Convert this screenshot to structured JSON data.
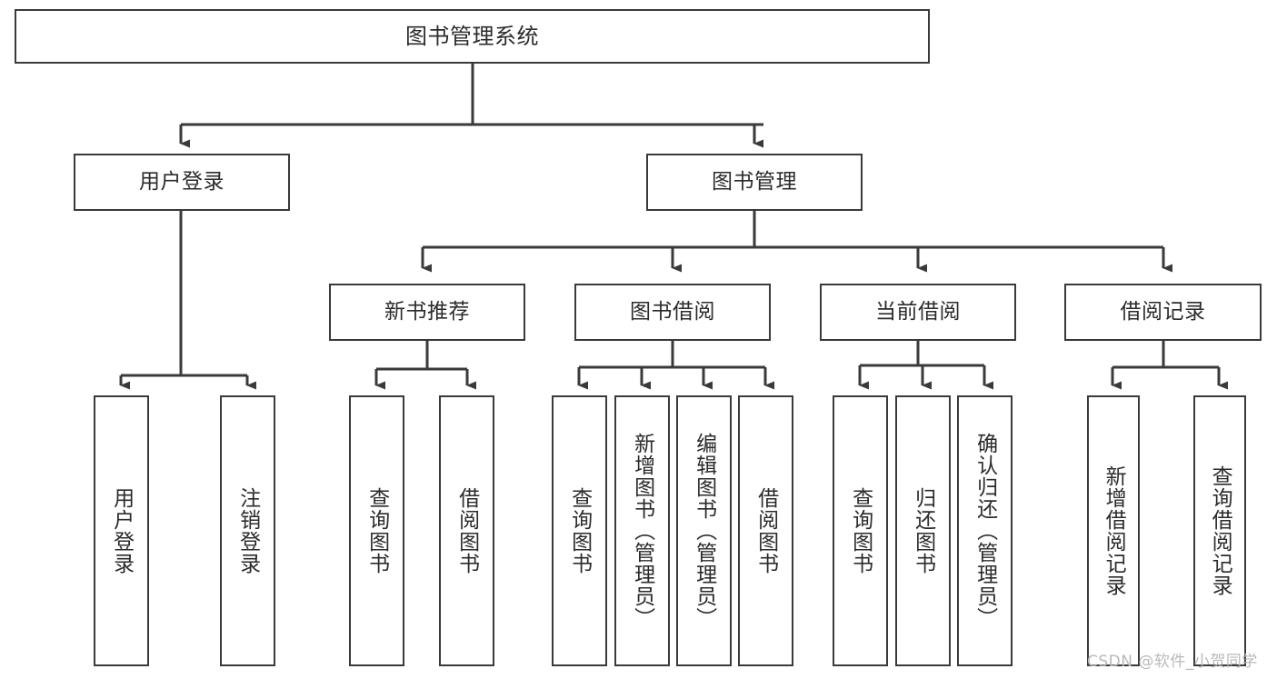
{
  "diagram": {
    "title": "图书管理系统",
    "type": "tree-hierarchy",
    "watermark": "CSDN @软件_小贺同学",
    "colors": {
      "background": "#ffffff",
      "border": "#3a3a3a",
      "text": "#2b2b2b",
      "edge": "#3a3a3a",
      "watermark": "#b9b9b9"
    },
    "nodes": {
      "root": {
        "label": "图书管理系统"
      },
      "level2": [
        {
          "label": "用户登录"
        },
        {
          "label": "图书管理"
        }
      ],
      "level3": [
        {
          "label": "新书推荐"
        },
        {
          "label": "图书借阅"
        },
        {
          "label": "当前借阅"
        },
        {
          "label": "借阅记录"
        }
      ],
      "leaves_user_login": [
        {
          "label": "用户登录"
        },
        {
          "label": "注销登录"
        }
      ],
      "leaves_new_book": [
        {
          "label": "查询图书"
        },
        {
          "label": "借阅图书"
        }
      ],
      "leaves_borrow": [
        {
          "label": "查询图书"
        },
        {
          "label": "新增图书（管理员）"
        },
        {
          "label": "编辑图书（管理员）"
        },
        {
          "label": "借阅图书"
        }
      ],
      "leaves_current": [
        {
          "label": "查询图书"
        },
        {
          "label": "归还图书"
        },
        {
          "label": "确认归还（管理员）"
        }
      ],
      "leaves_record": [
        {
          "label": "新增借阅记录"
        },
        {
          "label": "查询借阅记录"
        }
      ]
    }
  }
}
